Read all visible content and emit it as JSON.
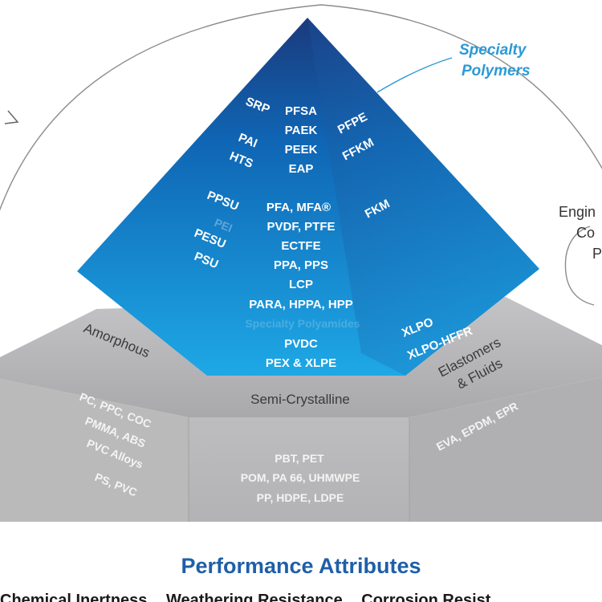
{
  "callout": {
    "line1": "Specialty",
    "line2": "Polymers"
  },
  "engineering_fragment": {
    "line1": "Engin",
    "line2": "Co",
    "line3": "P"
  },
  "pyramid": {
    "left_column": [
      "SRP",
      "PAI",
      "HTS",
      "PPSU",
      "PEI",
      "PESU",
      "PSU"
    ],
    "center_top": [
      "PFSA",
      "PAEK",
      "PEEK",
      "EAP"
    ],
    "center_mid": [
      "PFA, MFA®",
      "PVDF, PTFE",
      "ECTFE",
      "PPA, PPS",
      "LCP",
      "PARA, HPPA, HPP"
    ],
    "center_faded": "Specialty Polyamides",
    "center_bottom": [
      "PVDC",
      "PEX & XLPE"
    ],
    "right_column": [
      "PFPE",
      "FFKM",
      "FKM"
    ],
    "right_bottom": [
      "XLPO",
      "XLPO-HFFR"
    ]
  },
  "base": {
    "amorphous_label": "Amorphous",
    "semicrystalline_label": "Semi-Crystalline",
    "elastomers_label": [
      "Elastomers",
      "& Fluids"
    ],
    "amorphous_items": [
      "PC, PPC, COC",
      "PMMA, ABS",
      "PVC Alloys",
      "PS, PVC"
    ],
    "semicrystalline_items": [
      "PBT, PET",
      "POM, PA 66, UHMWPE",
      "PP, HDPE, LDPE"
    ],
    "elastomer_items": [
      "EVA, EPDM, EPR"
    ]
  },
  "footer": {
    "title": "Performance Attributes",
    "attributes": [
      "Chemical Inertness",
      "Weathering Resistance",
      "Corrosion Resist"
    ]
  },
  "colors": {
    "pyramid_top": "#1a3a7c",
    "pyramid_bottom": "#1ca4e3",
    "base_gray": "#b9b9bb",
    "accent_blue": "#2b9ad6",
    "footer_title": "#1f5fa8"
  }
}
